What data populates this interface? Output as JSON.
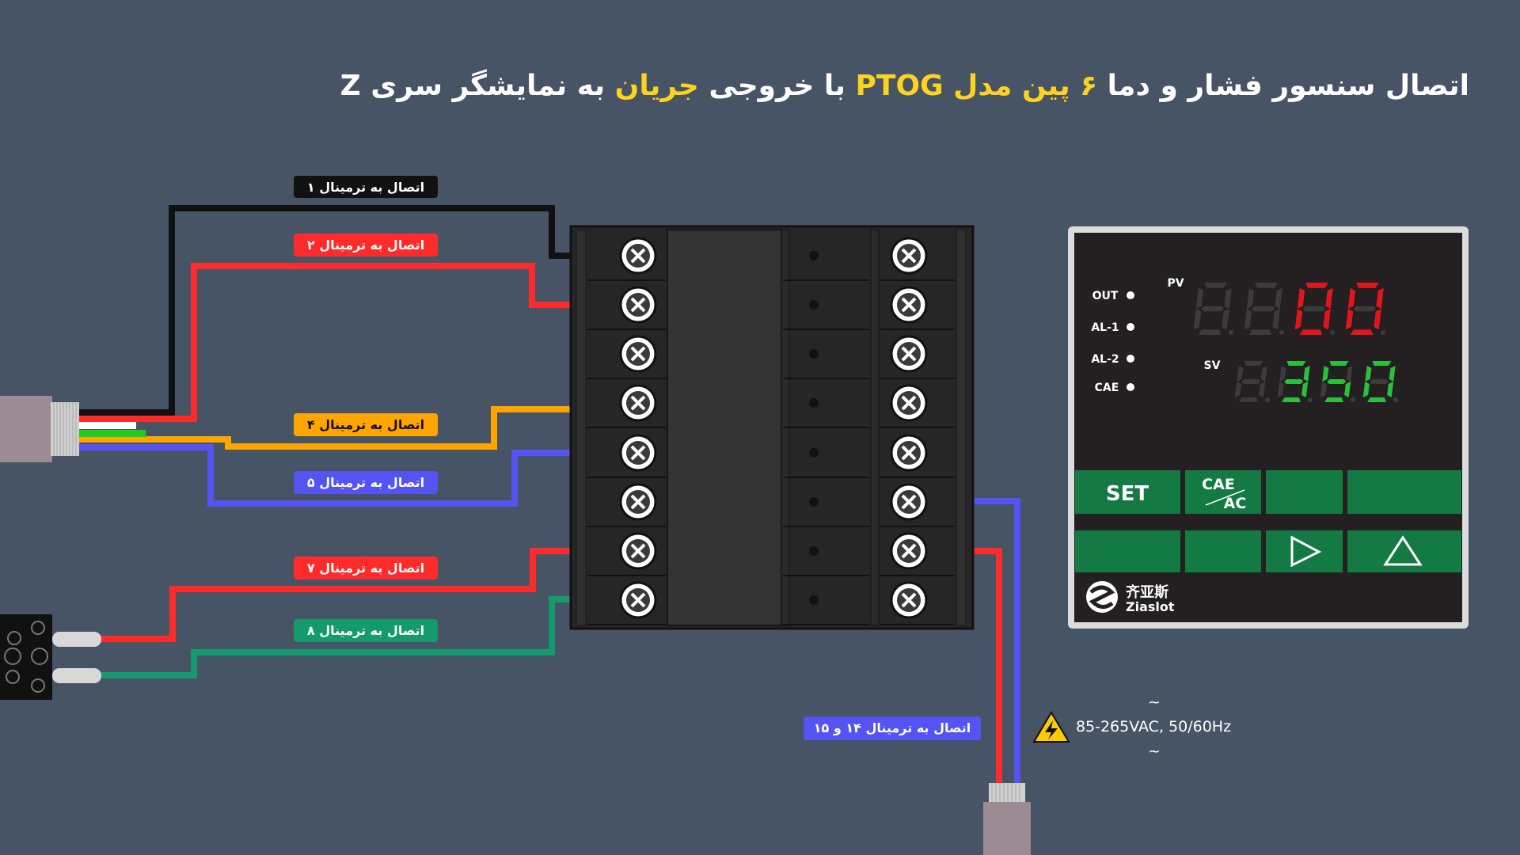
{
  "title": {
    "part1": "اتصال سنسور فشار و دما ",
    "part2": "۶ پین مدل PTOG",
    "part3": " با خروجی ",
    "part4": "جریان",
    "part5": " به نمایشگر سری Z"
  },
  "labels": [
    {
      "text": "اتصال به ترمینال ۱",
      "color": "#111111",
      "text_color": "#ffffff"
    },
    {
      "text": "اتصال به ترمینال ۲",
      "color": "#ff2a2a",
      "text_color": "#ffffff"
    },
    {
      "text": "اتصال به ترمینال ۴",
      "color": "#ffa500",
      "text_color": "#111111"
    },
    {
      "text": "اتصال به ترمینال ۵",
      "color": "#5553f2",
      "text_color": "#ffffff"
    },
    {
      "text": "اتصال به ترمینال ۷",
      "color": "#ff2a2a",
      "text_color": "#ffffff"
    },
    {
      "text": "اتصال به ترمینال ۸",
      "color": "#139a6d",
      "text_color": "#ffffff"
    },
    {
      "text": "اتصال به ترمینال ۱۴ و ۱۵",
      "color": "#5553f2",
      "text_color": "#ffffff"
    }
  ],
  "display": {
    "pv_label": "PV",
    "sv_label": "SV",
    "pv_value": "00",
    "sv_value": "350",
    "indicators": [
      "OUT",
      "AL-1",
      "AL-2",
      "CAE"
    ],
    "buttons": {
      "set": "SET",
      "cae": "CAE",
      "ac": "AC"
    },
    "brand_cn": "齐亚斯",
    "brand_en": "Ziaslot",
    "pv_color": "#e0161c",
    "sv_color": "#27c23a"
  },
  "power": {
    "tilde": "~",
    "text": "85-265VAC, 50/60Hz"
  },
  "wire_colors": {
    "black": "#111111",
    "red": "#ff2a2a",
    "orange": "#ffa500",
    "blue": "#5553f2",
    "green": "#139a6d",
    "white": "#ffffff",
    "lime": "#1fcc1f"
  },
  "icons": [
    "terminal-screw-icon",
    "high-voltage-warning-icon",
    "ziaslot-logo-icon",
    "play-arrow-icon",
    "up-arrow-icon"
  ]
}
